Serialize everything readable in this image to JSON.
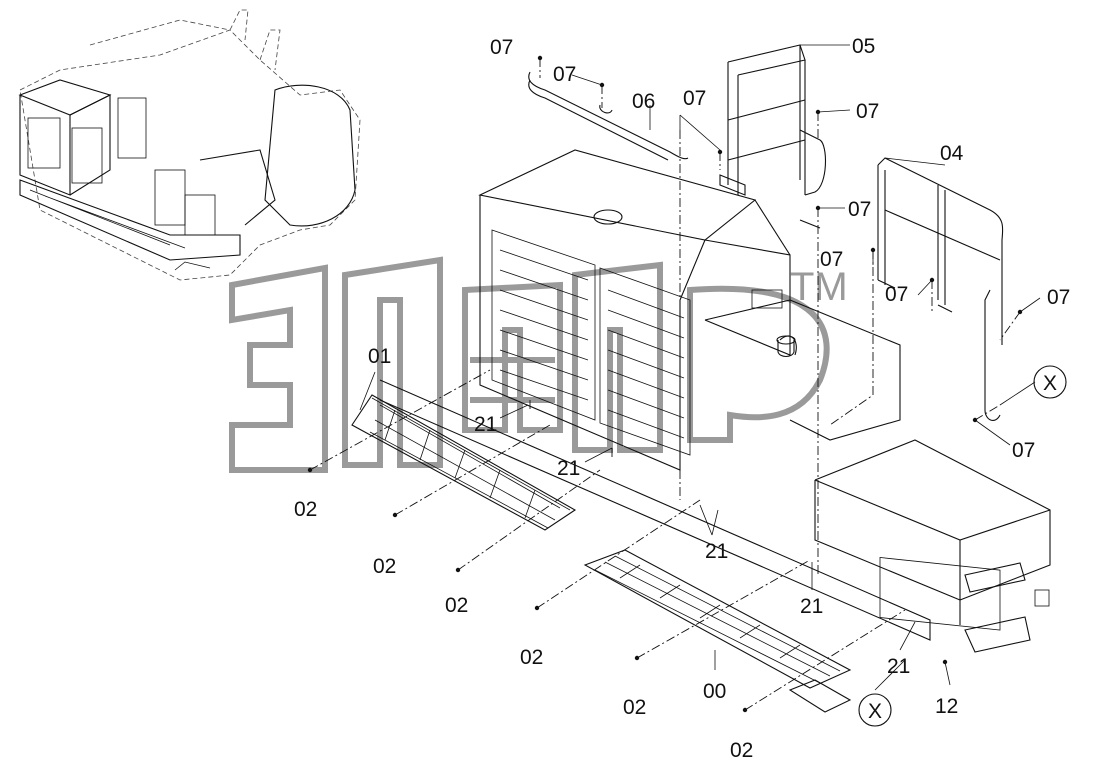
{
  "watermark": {
    "text": "3ЛЕР",
    "mark": "TM"
  },
  "callouts": {
    "c00": "00",
    "c01": "01",
    "c02a": "02",
    "c02b": "02",
    "c02c": "02",
    "c02d": "02",
    "c02e": "02",
    "c02f": "02",
    "c04": "04",
    "c05": "05",
    "c06": "06",
    "c07a": "07",
    "c07b": "07",
    "c07c": "07",
    "c07d": "07",
    "c07e": "07",
    "c07f": "07",
    "c07g": "07",
    "c07h": "07",
    "c07i": "07",
    "c12": "12",
    "c21a": "21",
    "c21b": "21",
    "c21c": "21",
    "c21d": "21",
    "c21e": "21",
    "xa": "X",
    "xb": "X"
  }
}
